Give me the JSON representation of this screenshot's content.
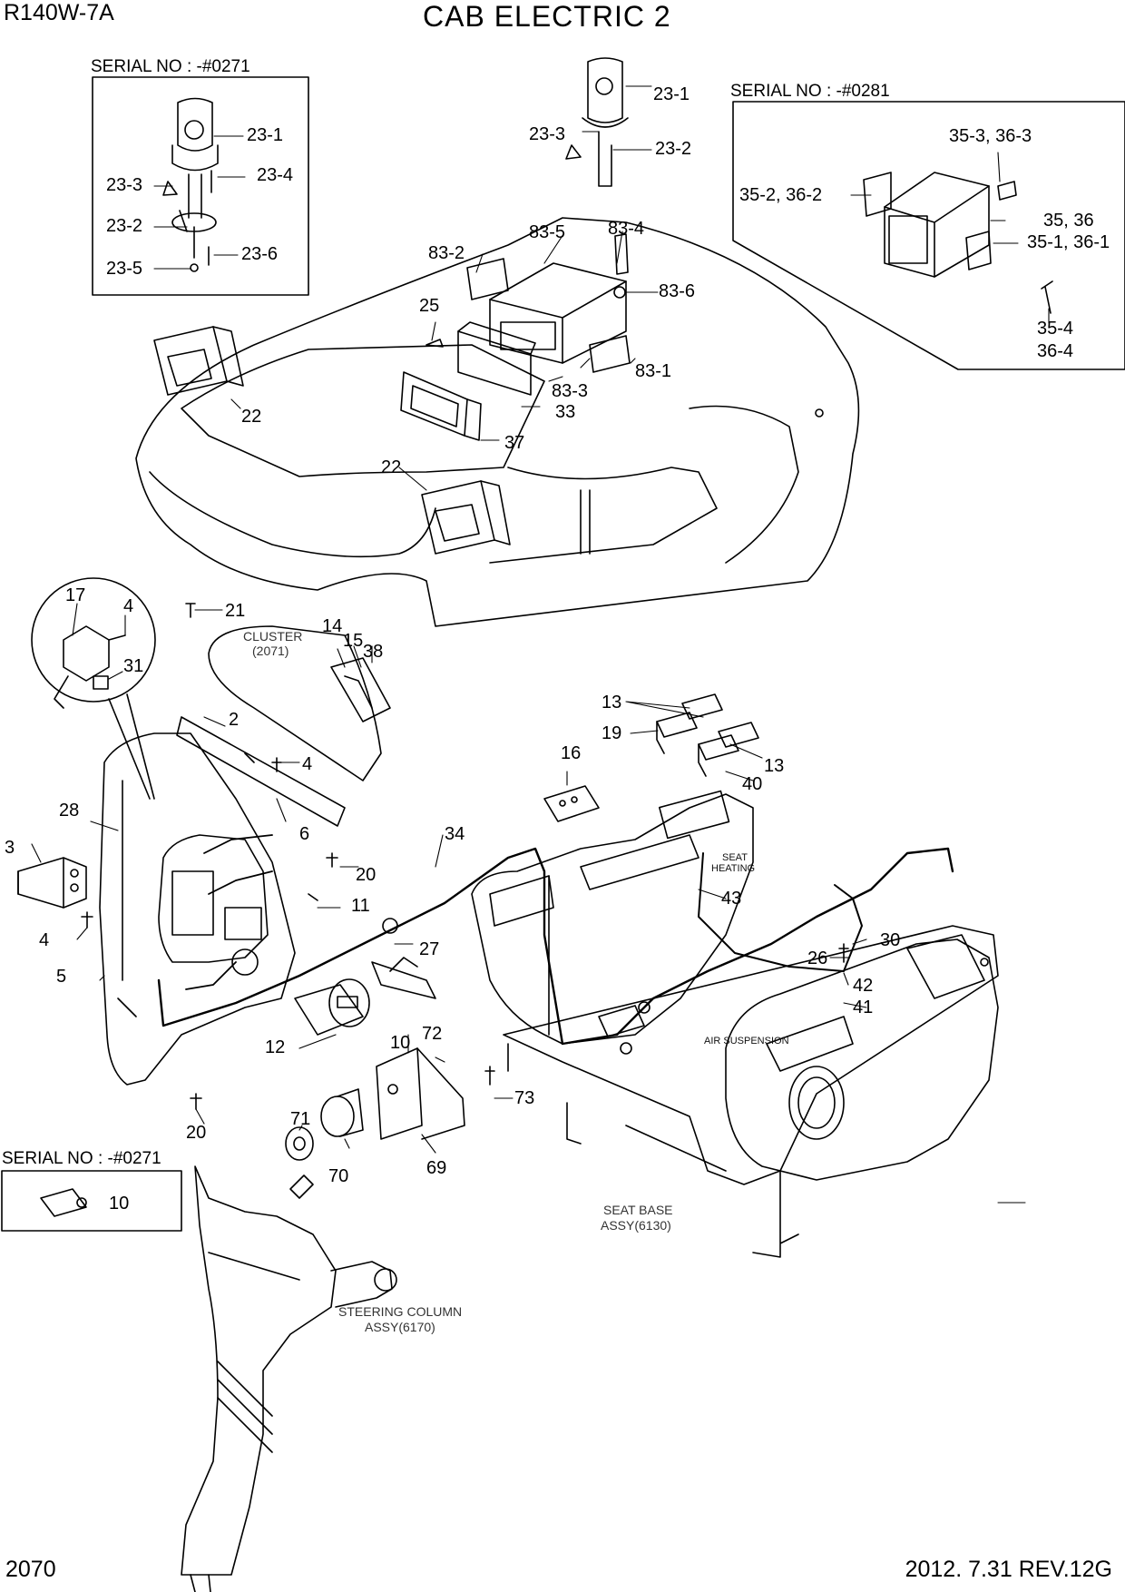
{
  "header": {
    "model": "R140W-7A",
    "title": "CAB ELECTRIC 2"
  },
  "footer": {
    "page": "2070",
    "revision": "2012. 7.31  REV.12G"
  },
  "serials": {
    "top_left": "SERIAL NO : -#0271",
    "top_right": "SERIAL NO : -#0281",
    "bottom_left": "SERIAL NO : -#0271"
  },
  "notes": {
    "cluster_line1": "CLUSTER",
    "cluster_line2": "(2071)",
    "seat_heating_line1": "SEAT",
    "seat_heating_line2": "HEATING",
    "air_suspension": "AIR SUSPENSION",
    "seat_base_line1": "SEAT BASE",
    "seat_base_line2": "ASSY(6130)",
    "steering_line1": "STEERING COLUMN",
    "steering_line2": "ASSY(6170)"
  },
  "callouts": {
    "inset_beacon": [
      "23-1",
      "23-4",
      "23-3",
      "23-2",
      "23-6",
      "23-5"
    ],
    "roof": [
      "23-1",
      "23-3",
      "23-2",
      "83-5",
      "83-4",
      "83-2",
      "83-6",
      "25",
      "83-3",
      "83-1",
      "33",
      "37",
      "22",
      "22"
    ],
    "inset_radio": [
      "35-3, 36-3",
      "35-2, 36-2",
      "35, 36",
      "35-1, 36-1",
      "35-4",
      "36-4"
    ],
    "inset_module": [
      "17",
      "4",
      "31"
    ],
    "console_left": [
      "21",
      "14",
      "15",
      "38",
      "2",
      "4",
      "28",
      "6",
      "3",
      "34",
      "20",
      "11",
      "4",
      "27",
      "5",
      "12",
      "10",
      "72",
      "20",
      "71",
      "73",
      "70",
      "69"
    ],
    "console_right": [
      "13",
      "19",
      "16",
      "13",
      "40",
      "43",
      "30",
      "26",
      "42",
      "41"
    ],
    "inset_switch": [
      "10"
    ]
  }
}
